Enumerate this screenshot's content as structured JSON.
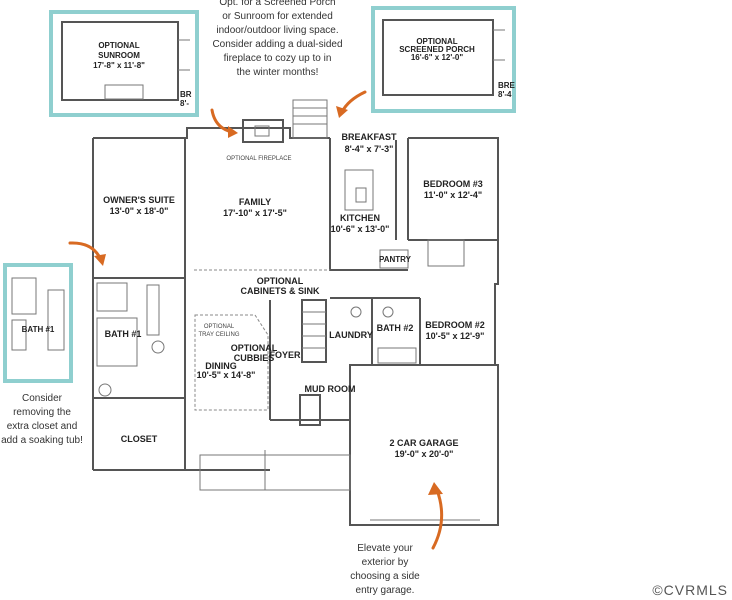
{
  "notes": {
    "porch_lines": [
      "Opt. for a Screened Porch",
      "or Sunroom for extended",
      "indoor/outdoor living space.",
      "Consider adding a dual-sided",
      "fireplace to cozy up to in",
      "the winter months!"
    ],
    "closet_lines": [
      "Consider",
      "removing the",
      "extra closet and",
      "add a soaking tub!"
    ],
    "garage_lines": [
      "Elevate your",
      "exterior by",
      "choosing a side",
      "entry garage."
    ]
  },
  "insets": {
    "sunroom": {
      "name": "OPTIONAL",
      "name2": "SUNROOM",
      "dims": "17'-8\" x 11'-8\"",
      "partial": "BR",
      "partial2": "8'-"
    },
    "screened_porch": {
      "name": "OPTIONAL",
      "name2": "SCREENED PORCH",
      "dims": "16'-6\" x 12'-0\"",
      "partial": "BRE",
      "partial2": "8'-4"
    },
    "bath": {
      "name": "BATH #1"
    }
  },
  "rooms": {
    "breakfast": {
      "name": "BREAKFAST",
      "dims": "8'-4\" x 7'-3\""
    },
    "family": {
      "name": "FAMILY",
      "dims": "17'-10\" x 17'-5\""
    },
    "owners_suite": {
      "name": "OWNER'S SUITE",
      "dims": "13'-0\" x 18'-0\""
    },
    "kitchen": {
      "name": "KITCHEN",
      "dims": "10'-6\" x 13'-0\""
    },
    "bedroom3": {
      "name": "BEDROOM #3",
      "dims": "11'-0\" x 12'-4\""
    },
    "bedroom2": {
      "name": "BEDROOM #2",
      "dims": "10'-5\" x 12'-9\""
    },
    "dining": {
      "name": "DINING",
      "dims": "10'-5\" x 14'-8\""
    },
    "garage": {
      "name": "2 CAR GARAGE",
      "dims": "19'-0\" x 20'-0\""
    },
    "pantry": "PANTRY",
    "laundry": "LAUNDRY",
    "bath1": "BATH #1",
    "bath2": "BATH #2",
    "foyer": "FOYER",
    "mud_room": "MUD ROOM",
    "closet": "CLOSET",
    "opt_fireplace": "OPTIONAL FIREPLACE",
    "opt_cabinets": [
      "OPTIONAL",
      "CABINETS & SINK"
    ],
    "opt_cubbies": [
      "OPTIONAL",
      "CUBBIES"
    ],
    "opt_tray": [
      "OPTIONAL",
      "TRAY CEILING"
    ]
  },
  "copyright": "©CVRMLS",
  "colors": {
    "inset_border": "#8fcfcf",
    "arrow": "#d86a22",
    "wall": "#555555"
  }
}
